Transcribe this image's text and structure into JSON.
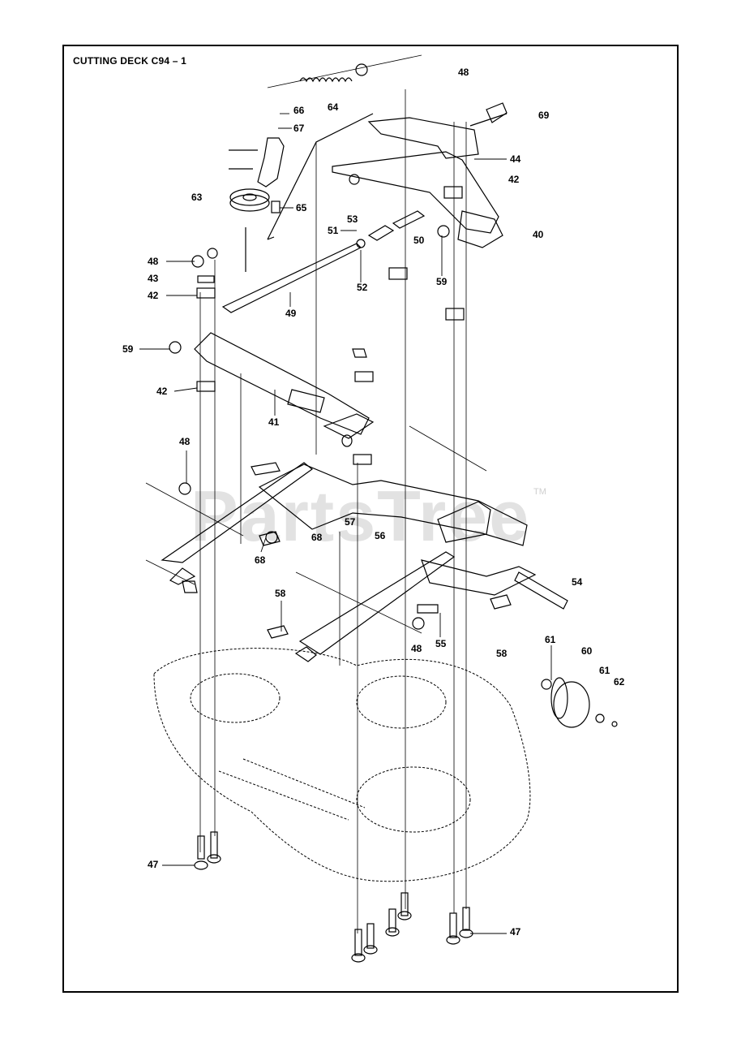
{
  "page_title": "CUTTING DECK C94 – 1",
  "watermark": {
    "text": "PartsTree",
    "tm": "TM"
  },
  "callouts": [
    {
      "n": "48"
    },
    {
      "n": "66"
    },
    {
      "n": "64"
    },
    {
      "n": "67"
    },
    {
      "n": "69"
    },
    {
      "n": "44"
    },
    {
      "n": "42"
    },
    {
      "n": "63"
    },
    {
      "n": "65"
    },
    {
      "n": "53"
    },
    {
      "n": "51"
    },
    {
      "n": "50"
    },
    {
      "n": "40"
    },
    {
      "n": "48"
    },
    {
      "n": "43"
    },
    {
      "n": "42"
    },
    {
      "n": "52"
    },
    {
      "n": "59"
    },
    {
      "n": "49"
    },
    {
      "n": "59"
    },
    {
      "n": "42"
    },
    {
      "n": "41"
    },
    {
      "n": "48"
    },
    {
      "n": "57"
    },
    {
      "n": "68"
    },
    {
      "n": "56"
    },
    {
      "n": "68"
    },
    {
      "n": "54"
    },
    {
      "n": "58"
    },
    {
      "n": "55"
    },
    {
      "n": "48"
    },
    {
      "n": "58"
    },
    {
      "n": "61"
    },
    {
      "n": "60"
    },
    {
      "n": "61"
    },
    {
      "n": "62"
    },
    {
      "n": "47"
    },
    {
      "n": "47"
    }
  ]
}
